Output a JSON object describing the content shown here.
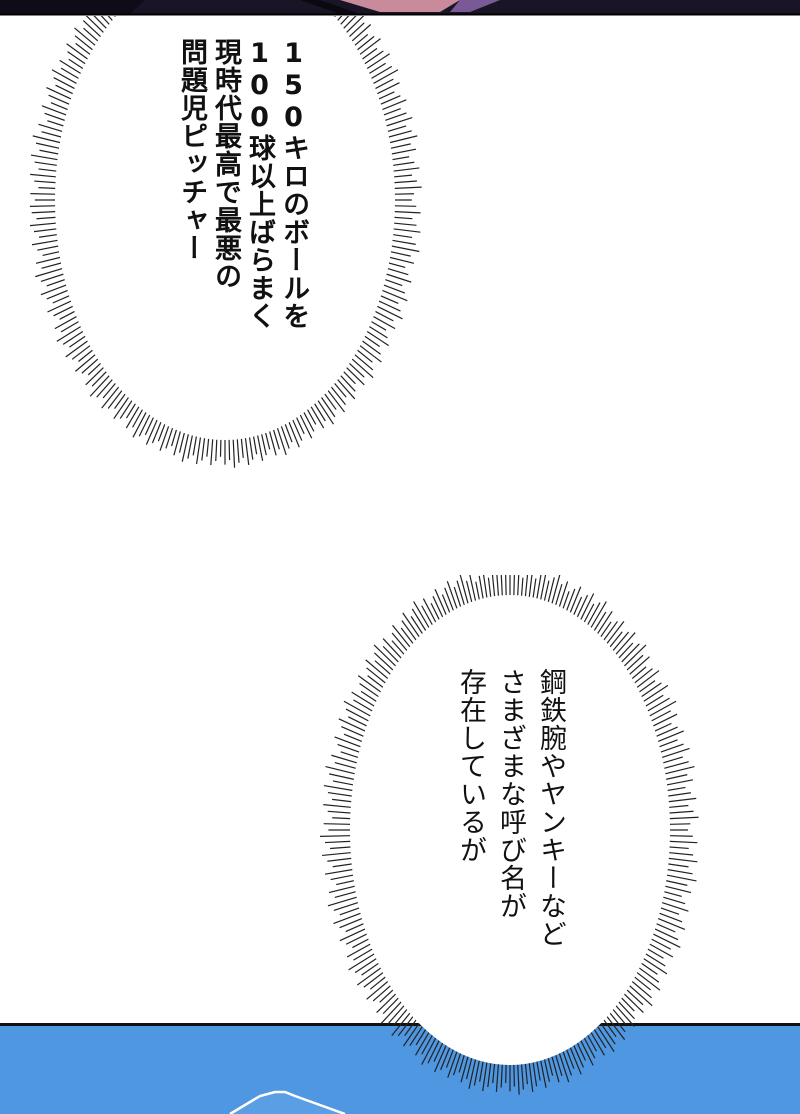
{
  "panels": {
    "top": {
      "description": "dark character art strip",
      "colors": {
        "dark": "#1a1526",
        "pink": "#c98a9c",
        "purple": "#7a5a96"
      }
    },
    "bottom": {
      "description": "blue sky panel with white-outlined object",
      "colors": {
        "sky": "#4f97e0",
        "outline": "#ffffff"
      }
    }
  },
  "bubble_1": {
    "lines": [
      "150キロのボールを",
      "100球以上ばらまく",
      "現時代最高で最悪の",
      "問題児ピッチャー"
    ]
  },
  "bubble_2": {
    "lines": [
      "鋼鉄腕やヤンキーなど",
      "さまざまな呼び名が",
      "存在しているが"
    ]
  }
}
